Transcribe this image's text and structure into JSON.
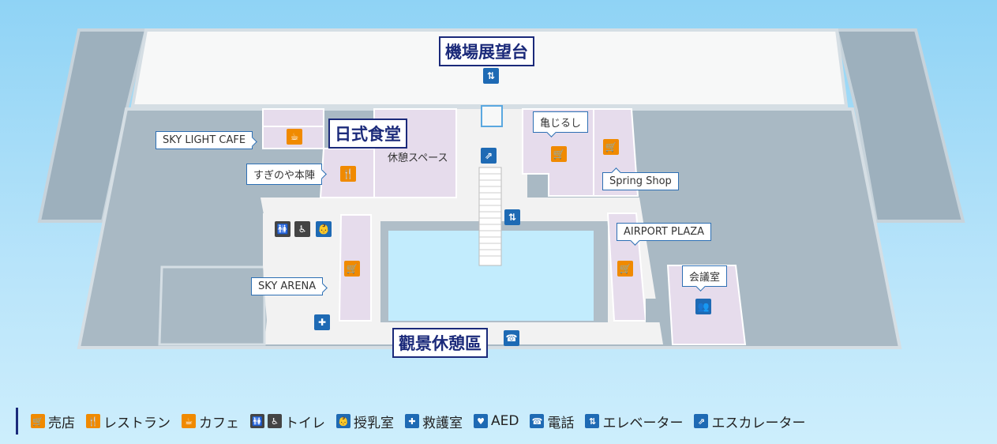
{
  "areas": {
    "observation_deck": "機場展望台",
    "japanese_dining": "日式食堂",
    "lounge_area": "觀景休憩區",
    "rest_space": "休憩スペース"
  },
  "shops": {
    "sky_light_cafe": "SKY LIGHT CAFE",
    "sugi_no_ya": "すぎのや本陣",
    "kamejirushi": "亀じるし",
    "spring_shop": "Spring Shop",
    "airport_plaza": "AIRPORT PLAZA",
    "meeting_room": "会議室",
    "sky_arena": "SKY ARENA"
  },
  "legend": [
    {
      "icon": "shop-cart-icon",
      "label": "売店"
    },
    {
      "icon": "restaurant-icon",
      "label": "レストラン"
    },
    {
      "icon": "cafe-icon",
      "label": "カフェ"
    },
    {
      "icon": "toilet-icon",
      "label": "トイレ"
    },
    {
      "icon": "nursing-room-icon",
      "label": "授乳室"
    },
    {
      "icon": "first-aid-icon",
      "label": "救護室"
    },
    {
      "icon": "aed-icon",
      "label": "AED"
    },
    {
      "icon": "phone-icon",
      "label": "電話"
    },
    {
      "icon": "elevator-icon",
      "label": "エレベーター"
    },
    {
      "icon": "escalator-icon",
      "label": "エスカレーター"
    }
  ],
  "colors": {
    "shop_icon": "#f08a00",
    "facility_icon": "#1e6ab4",
    "shop_floor": "#e6dcec",
    "corridor": "#f2f2f2",
    "outer_building": "#9db0bd",
    "label_border": "#1b2a7a"
  }
}
